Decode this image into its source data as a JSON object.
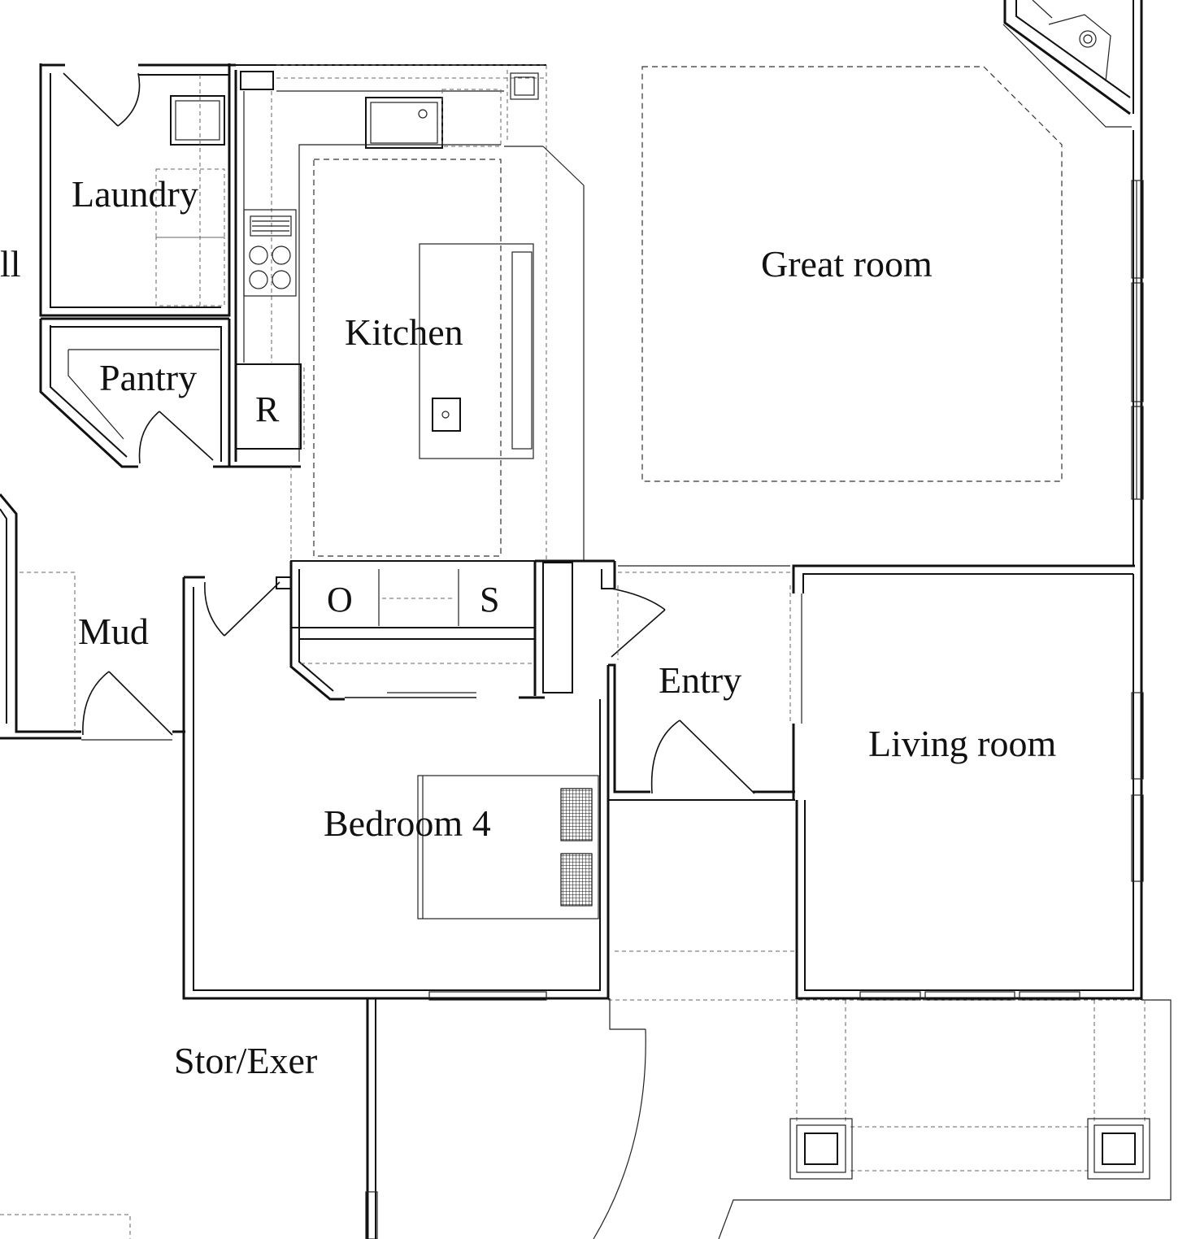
{
  "rooms": {
    "laundry": "Laundry",
    "pantry": "Pantry",
    "kitchen": "Kitchen",
    "great_room": "Great room",
    "mud": "Mud",
    "entry": "Entry",
    "living_room": "Living room",
    "bedroom_4": "Bedroom 4",
    "stor_exer": "Stor/Exer"
  },
  "fixtures": {
    "refrigerator": "R",
    "oven": "O",
    "sink_cabinet": "S"
  },
  "fragments": {
    "cut_off_label": "ll"
  }
}
